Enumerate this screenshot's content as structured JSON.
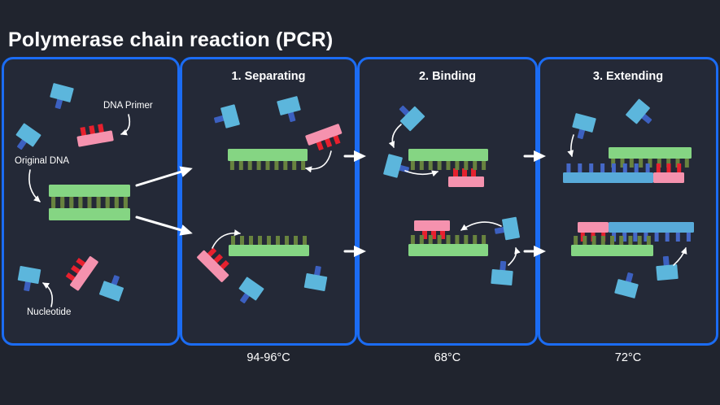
{
  "title": "Polymerase chain reaction (PCR)",
  "panels": [
    {
      "id": "original-dna",
      "labels": {
        "dna_primer": "DNA Primer",
        "original_dna": "Original DNA",
        "nucleotide": "Nucleotide"
      }
    },
    {
      "id": "separating",
      "title": "1. Separating",
      "temperature": "94-96°C"
    },
    {
      "id": "binding",
      "title": "2. Binding",
      "temperature": "68°C"
    },
    {
      "id": "extending",
      "title": "3. Extending",
      "temperature": "72°C"
    }
  ],
  "colors": {
    "background": "#20242e",
    "panel_fill": "#242937",
    "panel_border": "#1b6cf3",
    "strand_green": "#85d583",
    "strand_teeth": "#68833f",
    "primer_pink": "#f592ae",
    "primer_teeth": "#e7202e",
    "nucleotide_body": "#5cb6dc",
    "nucleotide_stem": "#3c60c0",
    "new_strand_blue": "#58aad9",
    "new_strand_teeth": "#4568c8",
    "arrow": "#ffffff",
    "text": "#ffffff"
  }
}
